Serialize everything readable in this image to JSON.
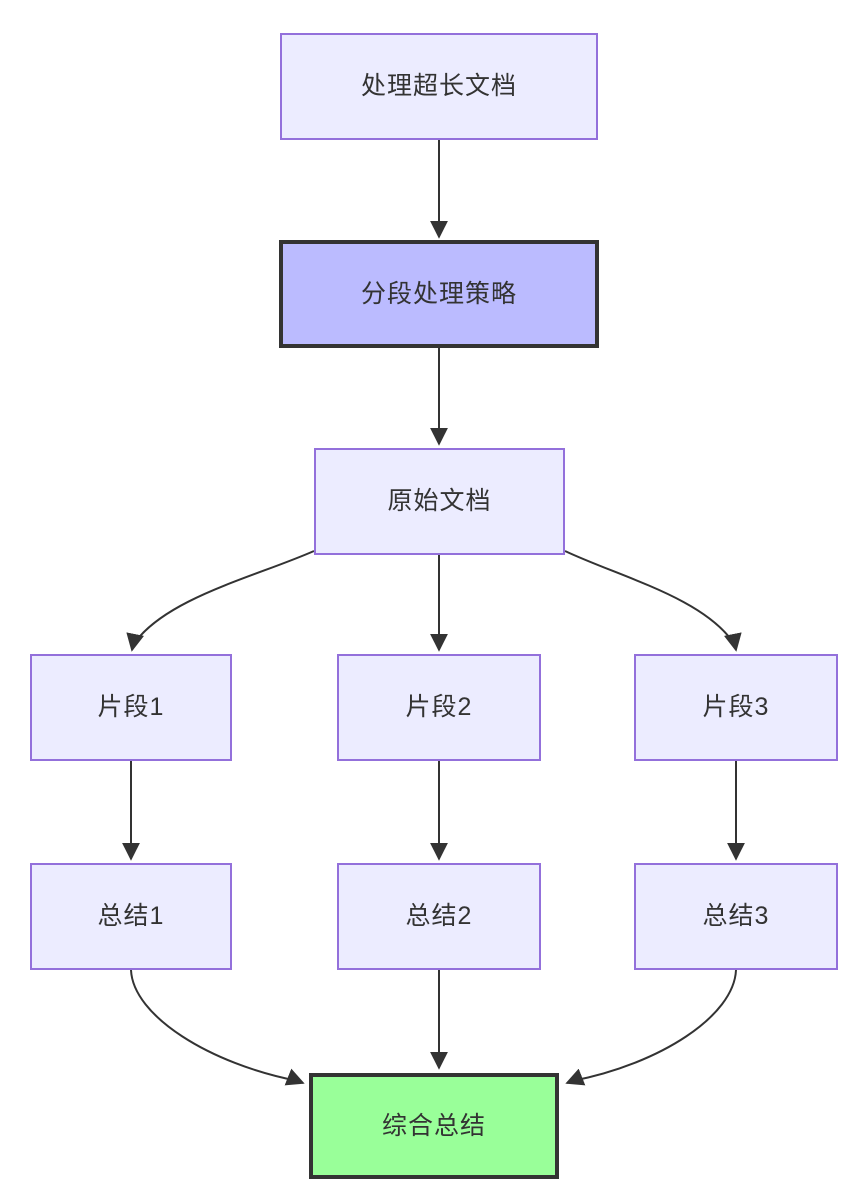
{
  "diagram": {
    "type": "flowchart",
    "direction": "top-down",
    "nodes": [
      {
        "id": "root",
        "label": "处理超长文档",
        "variant": "default"
      },
      {
        "id": "strategy",
        "label": "分段处理策略",
        "variant": "highlight"
      },
      {
        "id": "source",
        "label": "原始文档",
        "variant": "default"
      },
      {
        "id": "chunk1",
        "label": "片段1",
        "variant": "default"
      },
      {
        "id": "chunk2",
        "label": "片段2",
        "variant": "default"
      },
      {
        "id": "chunk3",
        "label": "片段3",
        "variant": "default"
      },
      {
        "id": "summary1",
        "label": "总结1",
        "variant": "default"
      },
      {
        "id": "summary2",
        "label": "总结2",
        "variant": "default"
      },
      {
        "id": "summary3",
        "label": "总结3",
        "variant": "default"
      },
      {
        "id": "final",
        "label": "综合总结",
        "variant": "success"
      }
    ],
    "edges": [
      {
        "from": "处理超长文档",
        "to": "分段处理策略"
      },
      {
        "from": "分段处理策略",
        "to": "原始文档"
      },
      {
        "from": "原始文档",
        "to": "片段1"
      },
      {
        "from": "原始文档",
        "to": "片段2"
      },
      {
        "from": "原始文档",
        "to": "片段3"
      },
      {
        "from": "片段1",
        "to": "总结1"
      },
      {
        "from": "片段2",
        "to": "总结2"
      },
      {
        "from": "片段3",
        "to": "总结3"
      },
      {
        "from": "总结1",
        "to": "综合总结"
      },
      {
        "from": "总结2",
        "to": "综合总结"
      },
      {
        "from": "总结3",
        "to": "综合总结"
      }
    ],
    "colors": {
      "background": "#FFFFFF",
      "node_fill": "#ECECFF",
      "node_border": "#9370DB",
      "highlight_fill": "#BBBBFF",
      "success_fill": "#99FF99",
      "strong_border": "#333333",
      "edge": "#333333",
      "text": "#333333"
    }
  }
}
